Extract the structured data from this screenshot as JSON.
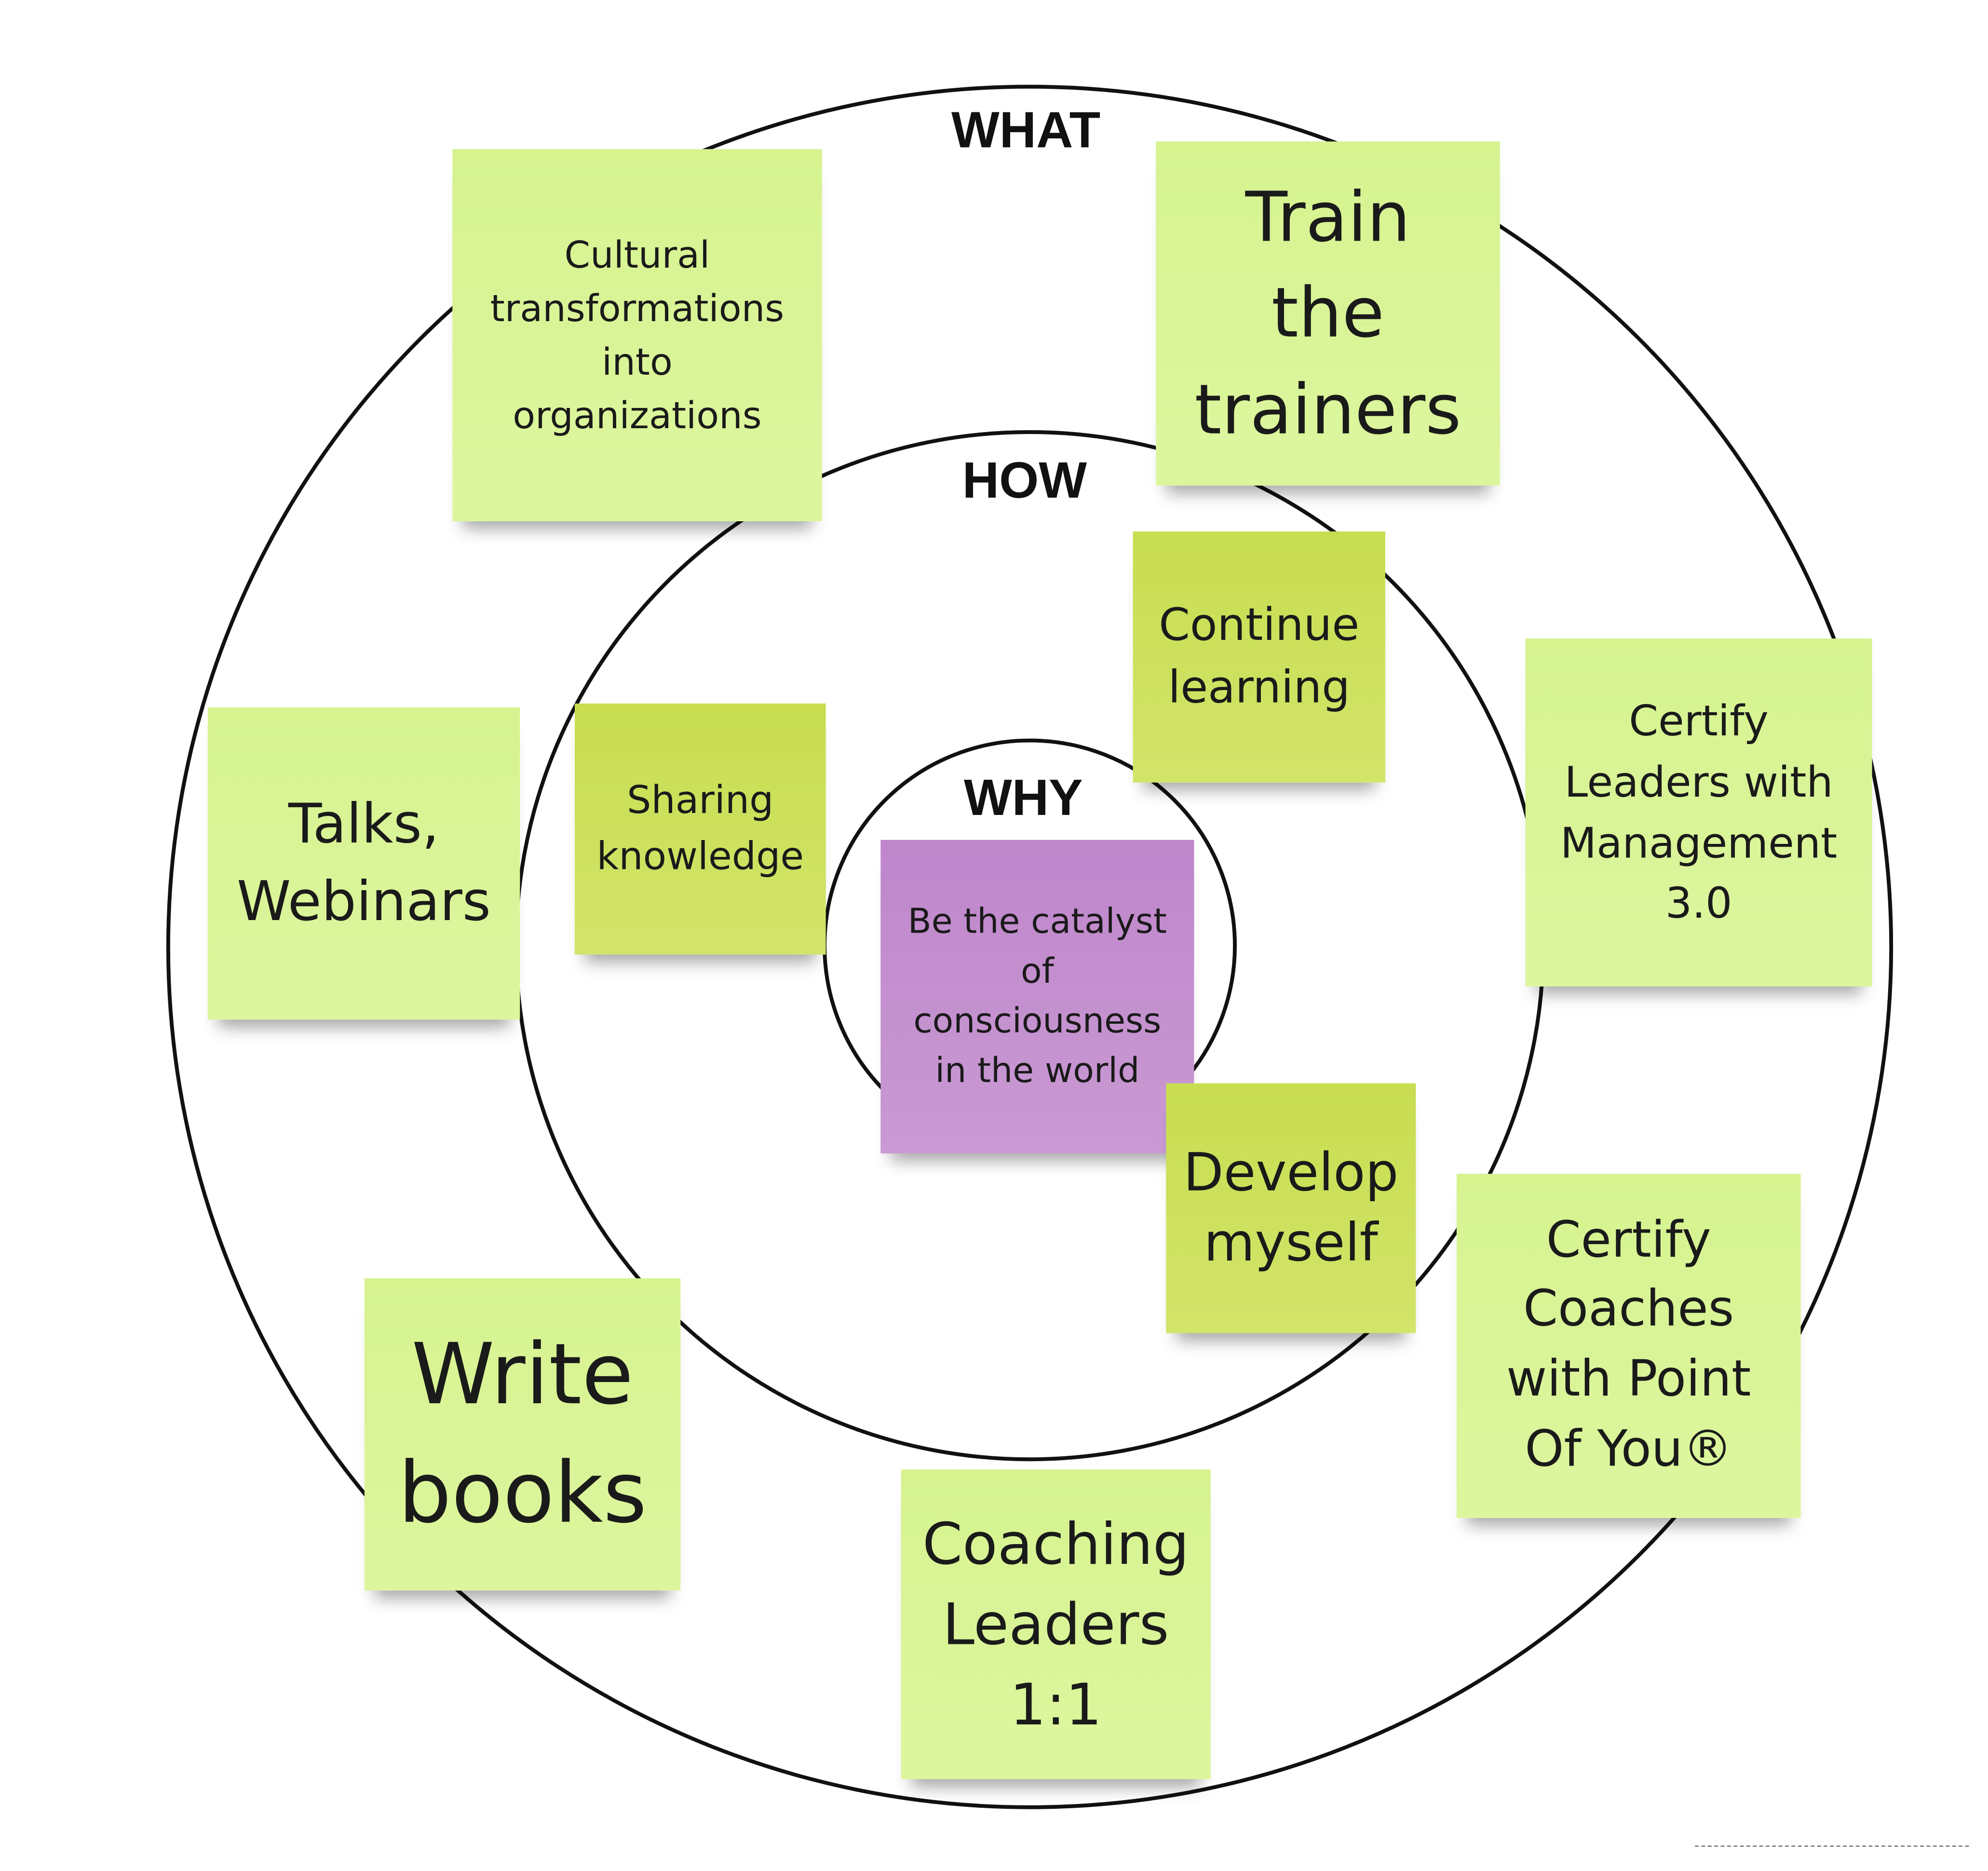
{
  "rings": {
    "outer_label": "WHAT",
    "middle_label": "HOW",
    "inner_label": "WHY"
  },
  "colors": {
    "light_note": "#d9f597",
    "dark_note": "#cde05a",
    "purple_note": "#c48fcf",
    "ring": "#111111"
  },
  "notes": [
    {
      "text": "Cultural\ntransformations\ninto\norganizations",
      "ring": "WHAT"
    },
    {
      "text": "Train\nthe\ntrainers",
      "ring": "WHAT"
    },
    {
      "text": "Continue\nlearning",
      "ring": "HOW"
    },
    {
      "text": "Certify\nLeaders with\nManagement\n3.0",
      "ring": "WHAT"
    },
    {
      "text": "Talks,\nWebinars",
      "ring": "WHAT"
    },
    {
      "text": "Sharing\nknowledge",
      "ring": "HOW"
    },
    {
      "text": "Be the catalyst\nof\nconsciousness\nin the world",
      "ring": "WHY"
    },
    {
      "text": "Develop\nmyself",
      "ring": "HOW"
    },
    {
      "text": "Certify\nCoaches\nwith Point\nOf You®",
      "ring": "WHAT"
    },
    {
      "text": "Write\nbooks",
      "ring": "WHAT"
    },
    {
      "text": "Coaching\nLeaders\n1:1",
      "ring": "WHAT"
    }
  ]
}
